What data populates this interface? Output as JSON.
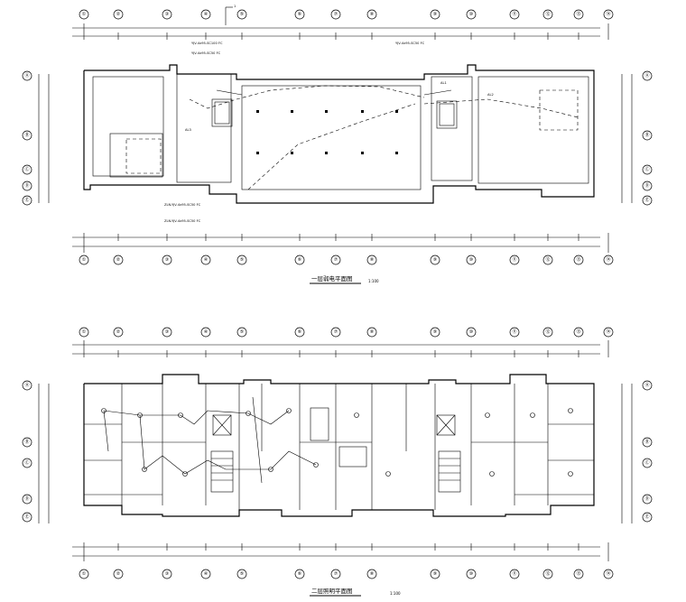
{
  "plans": [
    {
      "id": "upper",
      "title": "一层弱电平面图",
      "scale": "1:100",
      "section_mark": "1",
      "top_axes": [
        "①",
        "②",
        "③",
        "④",
        "⑤",
        "⑥",
        "⑦",
        "⑧",
        "⑨",
        "⑩",
        "⑪",
        "⑫",
        "⑬",
        "⑭"
      ],
      "bottom_axes": [
        "①",
        "②",
        "③",
        "④",
        "⑤",
        "⑥",
        "⑦",
        "⑧",
        "⑨",
        "⑩",
        "⑪",
        "⑫",
        "⑬",
        "⑭"
      ],
      "left_axes": [
        "Ⓐ",
        "Ⓑ",
        "Ⓒ",
        "Ⓓ",
        "Ⓔ"
      ],
      "right_axes": [
        "Ⓐ",
        "Ⓑ",
        "Ⓒ",
        "Ⓓ",
        "Ⓔ"
      ],
      "notes": [
        "YJV-4x95-SC100 FC",
        "YJV-4x95-SC50 FC",
        "YJV-4x95-SC50 FC",
        "ZLN-YJV-4x95-SC50 FC",
        "ZLN-YJV-4x95-SC50 FC",
        "AL1",
        "AL2",
        "AL3"
      ]
    },
    {
      "id": "lower",
      "title": "二层照明平面图",
      "scale": "1:100",
      "top_axes": [
        "①",
        "②",
        "③",
        "④",
        "⑤",
        "⑥",
        "⑦",
        "⑧",
        "⑨",
        "⑩",
        "⑪",
        "⑫",
        "⑬",
        "⑭"
      ],
      "bottom_axes": [
        "①",
        "②",
        "③",
        "④",
        "⑤",
        "⑥",
        "⑦",
        "⑧",
        "⑨",
        "⑩",
        "⑪",
        "⑫",
        "⑬",
        "⑭"
      ],
      "left_axes": [
        "Ⓐ",
        "Ⓑ",
        "Ⓒ",
        "Ⓓ",
        "Ⓔ"
      ],
      "right_axes": [
        "Ⓐ",
        "Ⓑ",
        "Ⓒ",
        "Ⓓ",
        "Ⓔ"
      ]
    }
  ]
}
